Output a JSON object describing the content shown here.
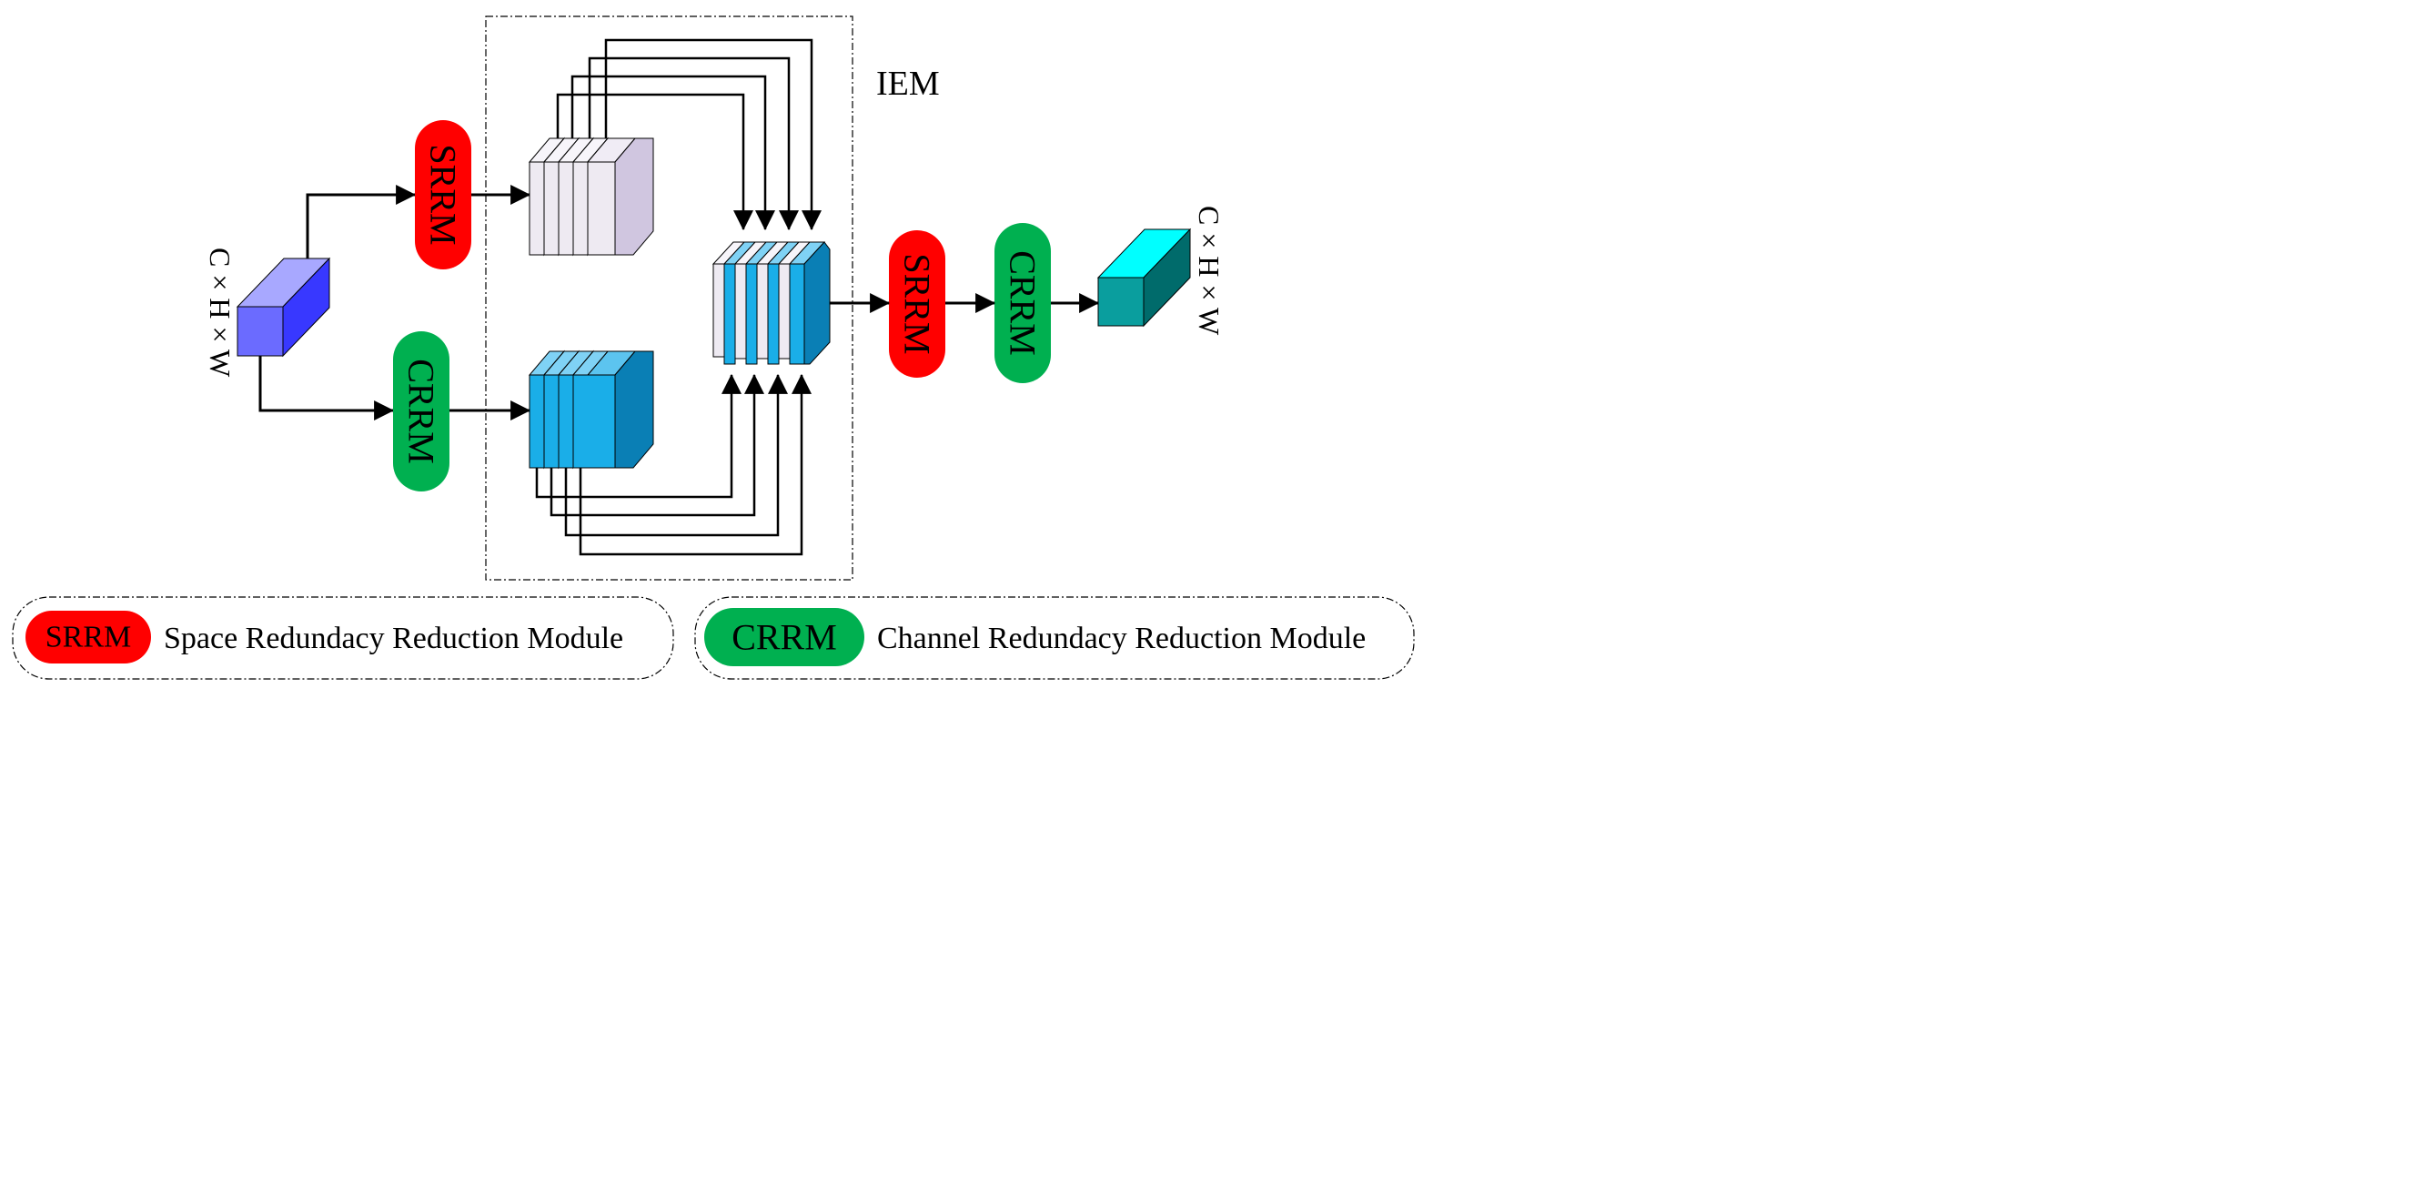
{
  "modules": {
    "srrm": "SRRM",
    "crrm": "CRRM"
  },
  "iem_label": "IEM",
  "dimension_label": "C × H × W",
  "legend": {
    "srrm_text": "Space Redundacy Reduction Module",
    "crrm_text": "Channel Redundacy Reduction Module"
  },
  "colors": {
    "srrm": "#ff0000",
    "crrm": "#00b050",
    "input_cube": "#6b6bff",
    "output_cube": "#0a9e9e",
    "white_slice": "#eeeaf2",
    "blue_slice": "#1aaee8",
    "stroke": "#000000"
  }
}
